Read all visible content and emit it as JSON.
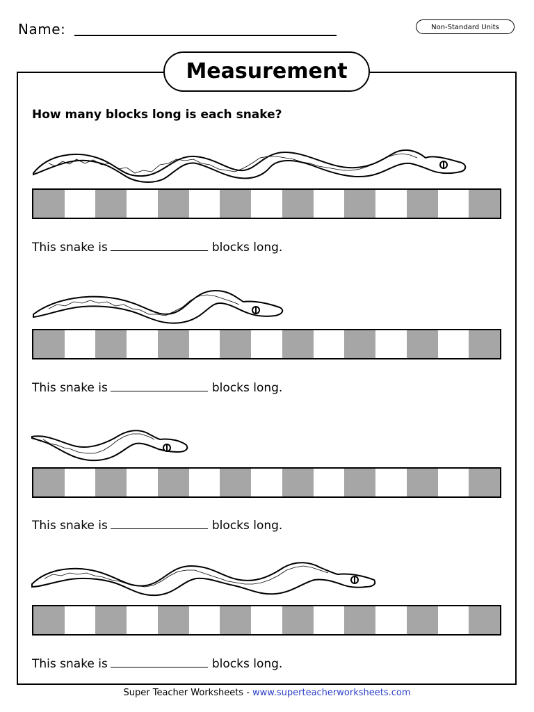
{
  "header": {
    "name_label": "Name:",
    "tag": "Non-Standard Units"
  },
  "title": "Measurement",
  "question": "How many blocks long is each snake?",
  "colors": {
    "shaded_block": "#a6a6a6",
    "link": "#2b3fc9"
  },
  "ruler_block_count": 15,
  "items": [
    {
      "answer_prefix": "This snake is",
      "answer_suffix": "blocks long."
    },
    {
      "answer_prefix": "This snake is",
      "answer_suffix": "blocks long."
    },
    {
      "answer_prefix": "This snake is",
      "answer_suffix": "blocks long."
    },
    {
      "answer_prefix": "This snake is",
      "answer_suffix": "blocks long."
    }
  ],
  "footer": {
    "text": "Super Teacher Worksheets - ",
    "link": "www.superteacherworksheets.com"
  }
}
